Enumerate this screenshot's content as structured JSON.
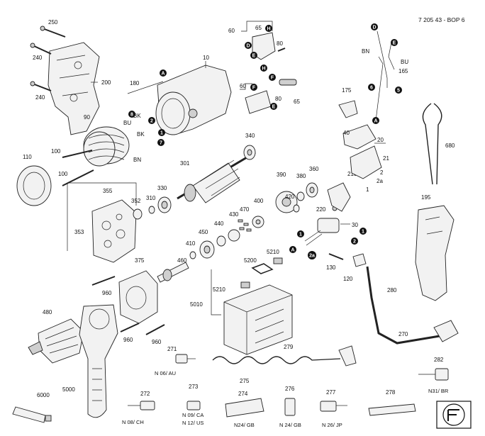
{
  "header": {
    "code": "7 205 43 - BOP 6"
  },
  "part_numbers": {
    "p250": "250",
    "p240a": "240",
    "p240b": "240",
    "p200": "200",
    "p180": "180",
    "p10": "10",
    "p90": "90",
    "p110": "110",
    "p100a": "100",
    "p100b": "100",
    "p340": "340",
    "p301": "301",
    "p355": "355",
    "p352": "352",
    "p310": "310",
    "p330": "330",
    "p353": "353",
    "p390": "390",
    "p380": "380",
    "p360": "360",
    "p420": "420",
    "p400": "400",
    "p470": "470",
    "p440": "440",
    "p430": "430",
    "p450": "450",
    "p410": "410",
    "p220": "220",
    "p30": "30",
    "p210": "210",
    "p375": "375",
    "p460": "460",
    "p960a": "960",
    "p960b": "960",
    "p960c": "960",
    "p480": "480",
    "p5200": "5200",
    "p5210a": "5210",
    "p5210b": "5210",
    "p5010": "5010",
    "p5000": "5000",
    "p6000": "6000",
    "p60a": "60",
    "p60b": "60",
    "p65a": "65",
    "p65b": "65",
    "p80a": "80",
    "p80b": "80",
    "p175": "175",
    "p40": "40",
    "p20": "20",
    "p21": "21",
    "p2": "2",
    "p2a": "2a",
    "p1": "1",
    "p165": "165",
    "p680": "680",
    "p195": "195",
    "p130": "130",
    "p120": "120",
    "p280": "280",
    "p270": "270",
    "p279": "279",
    "p271": "271",
    "p272": "272",
    "p273": "273",
    "p275": "275",
    "p274": "274",
    "p276": "276",
    "p277": "277",
    "p278": "278",
    "p282": "282"
  },
  "wire_labels": {
    "bk1": "BK",
    "bk2": "BK",
    "bu": "BU",
    "bn": "BN",
    "bn_right": "BN",
    "bu_right": "BU"
  },
  "plug_captions": {
    "c271": "N 06/ AU",
    "c272": "N 08/ CH",
    "c273a": "N 09/ CA",
    "c273b": "N 12/ US",
    "c274": "N24/ GB",
    "c276": "N 24/ GB",
    "c277": "N 26/ JP",
    "c282": "N31/ BR"
  },
  "markers": {
    "A": "A",
    "D": "D",
    "E": "E",
    "F": "F",
    "H": "H",
    "m1": "1",
    "m2": "2",
    "m5": "5",
    "m6": "6",
    "m7": "7",
    "m8": "8",
    "m2a": "2a"
  },
  "icons": {
    "logo": "fein-logo-icon",
    "drill": "power-drill-icon"
  }
}
